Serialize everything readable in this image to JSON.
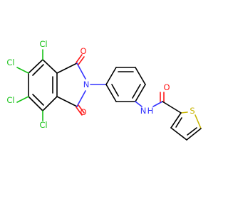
{
  "molecule": {
    "atom_labels": {
      "cl1": "Cl",
      "cl2": "Cl",
      "cl3": "Cl",
      "cl4": "Cl",
      "o1": "O",
      "o2": "O",
      "o3": "O",
      "n1": "N",
      "nh": "N",
      "h": "H",
      "s1": "S"
    },
    "colors": {
      "carbon_bond": "#000000",
      "chlorine": "#17c217",
      "oxygen": "#ff1a1a",
      "nitrogen": "#3333ff",
      "sulfur": "#c8b400"
    }
  }
}
